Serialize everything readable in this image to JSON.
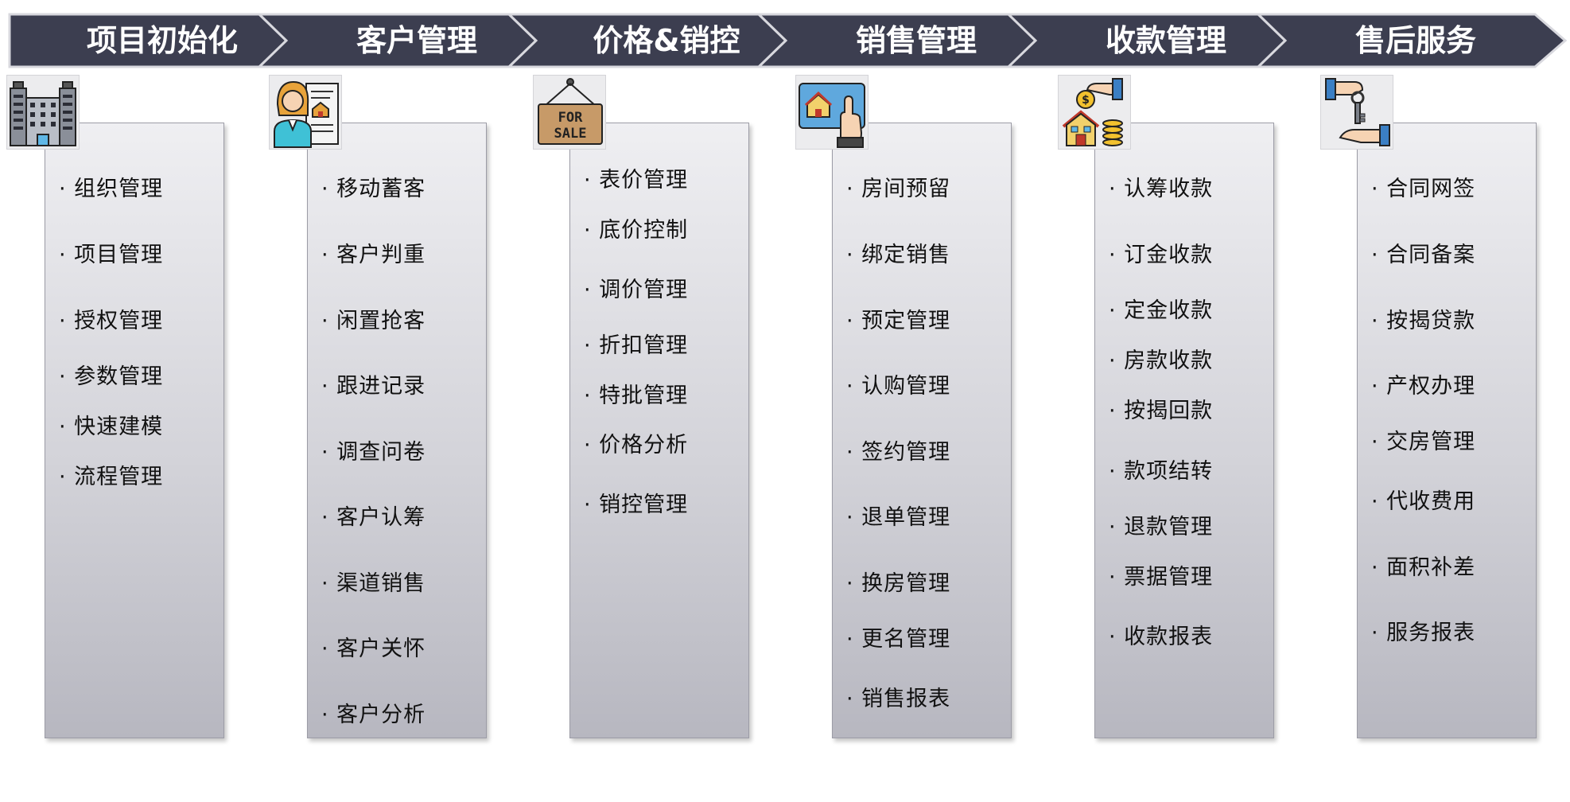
{
  "columns": [
    {
      "title": "项目初始化",
      "items": [
        "· 组织管理",
        "· 项目管理",
        "· 授权管理",
        "· 参数管理",
        "· 快速建模",
        "· 流程管理"
      ],
      "icon": "office-building-icon"
    },
    {
      "title": "客户管理",
      "items": [
        "· 移动蓄客",
        "· 客户判重",
        "· 闲置抢客",
        "· 跟进记录",
        "· 调查问卷",
        "· 客户认筹",
        "· 渠道销售",
        "· 客户关怀",
        "· 客户分析"
      ],
      "icon": "agent-with-document-icon"
    },
    {
      "title": "价格&销控",
      "items": [
        "· 表价管理",
        "· 底价控制",
        "· 调价管理",
        "· 折扣管理",
        "· 特批管理",
        "· 价格分析",
        "· 销控管理"
      ],
      "icon": "for-sale-sign-icon",
      "icon_text_1": "FOR",
      "icon_text_2": "SALE"
    },
    {
      "title": "销售管理",
      "items": [
        "· 房间预留",
        "· 绑定销售",
        "· 预定管理",
        "· 认购管理",
        "· 签约管理",
        "· 退单管理",
        "· 换房管理",
        "· 更名管理",
        "· 销售报表"
      ],
      "icon": "touch-screen-house-icon"
    },
    {
      "title": "收款管理",
      "items": [
        "· 认筹收款",
        "· 订金收款",
        "· 定金收款",
        "· 房款收款",
        "· 按揭回款",
        "· 款项结转",
        "· 退款管理",
        "· 票据管理",
        "· 收款报表"
      ],
      "icon": "house-payment-icon"
    },
    {
      "title": "售后服务",
      "items": [
        "· 合同网签",
        "· 合同备案",
        "· 按揭贷款",
        "· 产权办理",
        "· 交房管理",
        "· 代收费用",
        "· 面积补差",
        "· 服务报表"
      ],
      "icon": "key-handover-icon"
    }
  ],
  "colors": {
    "banner": "#3c3e50",
    "banner_stroke": "#d8d8de",
    "panel_top": "#efeff2",
    "panel_bottom": "#b7b7c0",
    "text": "#111111"
  }
}
